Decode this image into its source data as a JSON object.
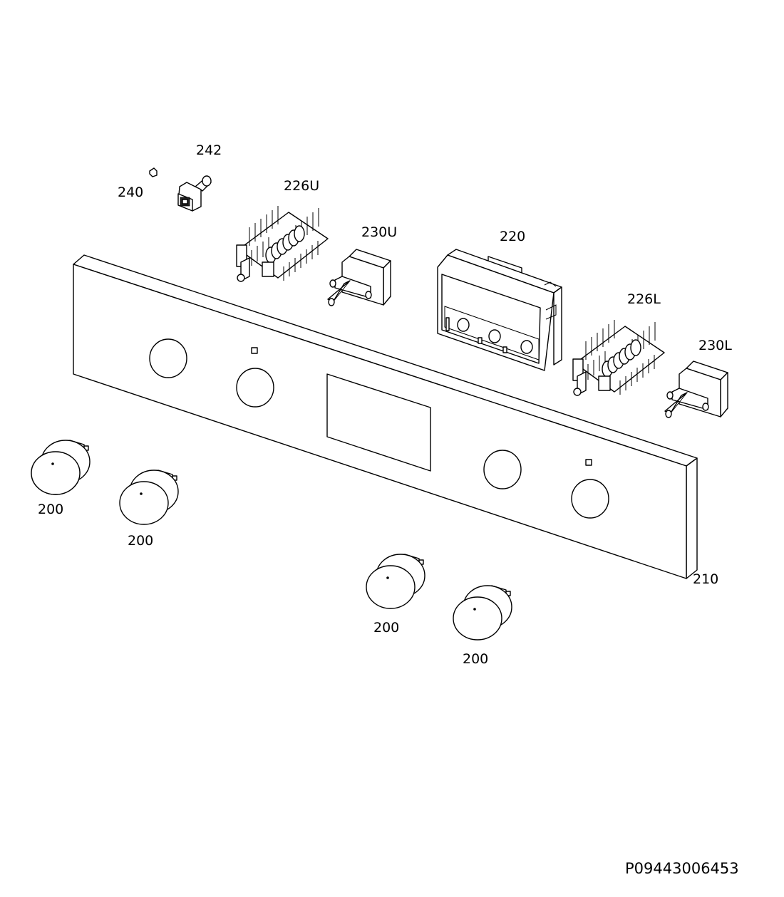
{
  "diagram_id": "P09443006453",
  "parts": {
    "knob_label": "200",
    "panel_label": "210",
    "display_label": "220",
    "selector_upper_label": "226U",
    "selector_lower_label": "226L",
    "thermostat_upper_label": "230U",
    "thermostat_lower_label": "230L",
    "clip_label": "240",
    "lamp_switch_label": "242"
  },
  "colors": {
    "line": "#000000",
    "background": "#ffffff"
  }
}
